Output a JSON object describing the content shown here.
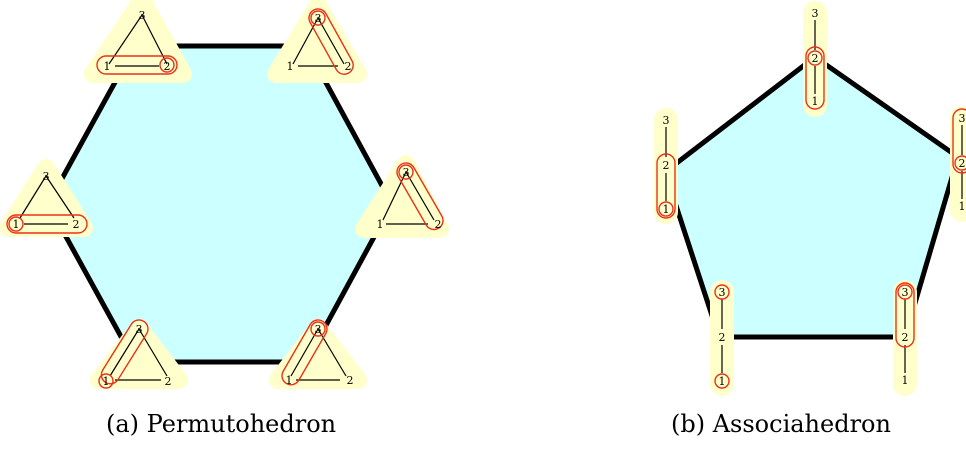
{
  "figures": [
    {
      "caption": "(a) Permutohedron",
      "polygon": "hexagon",
      "fill_color": "#ccffff",
      "edge_color": "#000000",
      "tube_color": "#e8321a",
      "halo_color": "#ffffcc",
      "node_labels": [
        "1",
        "2",
        "3"
      ],
      "vertices": [
        {
          "name": "top-left",
          "tubes": [
            [
              "1",
              "2"
            ],
            [
              "2"
            ]
          ]
        },
        {
          "name": "top-right",
          "tubes": [
            [
              "2",
              "3"
            ],
            [
              "3"
            ]
          ]
        },
        {
          "name": "right",
          "tubes": [
            [
              "2",
              "3"
            ],
            [
              "3"
            ]
          ]
        },
        {
          "name": "bottom-right",
          "tubes": [
            [
              "1",
              "3"
            ],
            [
              "3"
            ]
          ]
        },
        {
          "name": "bottom-left",
          "tubes": [
            [
              "1",
              "3"
            ],
            [
              "1"
            ]
          ]
        },
        {
          "name": "left",
          "tubes": [
            [
              "1",
              "2"
            ],
            [
              "1"
            ]
          ]
        }
      ]
    },
    {
      "caption": "(b) Associahedron",
      "polygon": "pentagon",
      "fill_color": "#ccffff",
      "edge_color": "#000000",
      "tube_color": "#e8321a",
      "halo_color": "#ffffcc",
      "node_labels": [
        "1",
        "2",
        "3"
      ],
      "vertices": [
        {
          "name": "top",
          "tubes": [
            [
              "1",
              "2"
            ],
            [
              "2"
            ]
          ]
        },
        {
          "name": "right",
          "tubes": [
            [
              "2",
              "3"
            ],
            [
              "2"
            ]
          ]
        },
        {
          "name": "bottom-right",
          "tubes": [
            [
              "2",
              "3"
            ],
            [
              "3"
            ]
          ]
        },
        {
          "name": "bottom-left",
          "tubes": [
            [
              "3"
            ],
            [
              "1"
            ]
          ]
        },
        {
          "name": "left",
          "tubes": [
            [
              "1",
              "2"
            ],
            [
              "1"
            ]
          ]
        }
      ]
    }
  ]
}
